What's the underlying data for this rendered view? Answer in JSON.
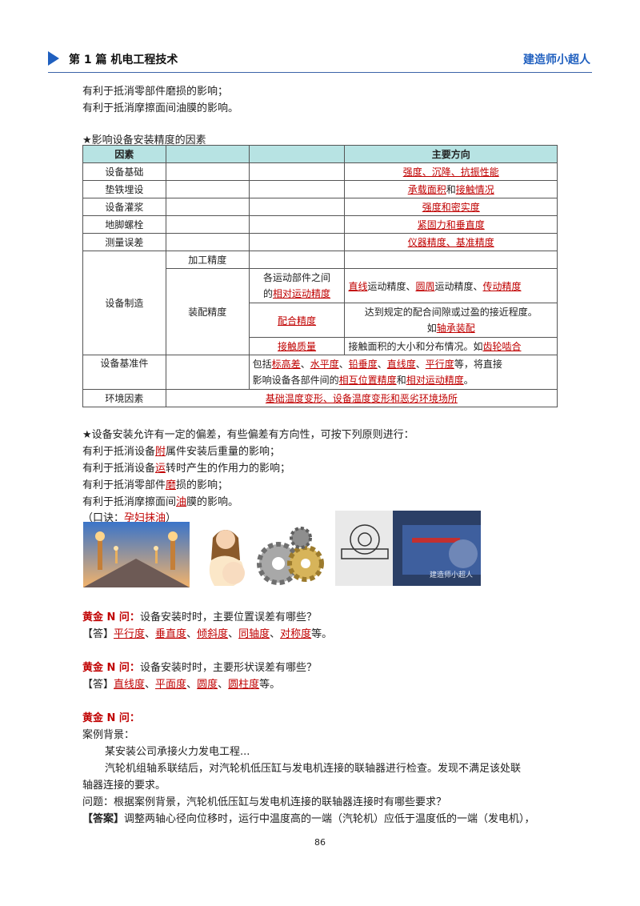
{
  "header": {
    "chapter": "第 1 篇  机电工程技术",
    "brand": "建造师小超人"
  },
  "top_lines": [
    "有利于抵消零部件磨损的影响；",
    "有利于抵消摩擦面间油膜的影响。"
  ],
  "table_title": "★影响设备安装精度的因素",
  "table": {
    "head_factor": "因素",
    "head_direction": "主要方向",
    "rows": {
      "foundation": {
        "factor": "设备基础",
        "direction": "强度、沉降、抗振性能"
      },
      "shim": {
        "factor": "垫铁埋设",
        "direction_a": "承载面积",
        "direction_mid": "和",
        "direction_b": "接触情况"
      },
      "grout": {
        "factor": "设备灌浆",
        "direction": "强度和密实度"
      },
      "bolt": {
        "factor": "地脚螺栓",
        "direction": "紧固力和垂直度"
      },
      "measure": {
        "factor": "测量误差",
        "direction": "仪器精度、基准精度"
      },
      "manufacture": {
        "factor": "设备制造",
        "machining": "加工精度",
        "assembly": "装配精度",
        "motion_label_1": "各运动部件之间",
        "motion_label_2a": "的",
        "motion_label_2b": "相对运动精度",
        "motion_a": "直线",
        "motion_b": "运动精度、",
        "motion_c": "圆周",
        "motion_d": "运动精度、",
        "motion_e": "传动精度",
        "fit_label": "配合精度",
        "fit_desc_1": "达到规定的配合间隙或过盈的接近程度。",
        "fit_desc_2a": "如",
        "fit_desc_2b": "轴承装配",
        "contact_label": "接触质量",
        "contact_desc_a": "接触面积的大小和分布情况。如",
        "contact_desc_b": "齿轮啮合"
      },
      "datum": {
        "factor": "设备基准件",
        "l1_a": "包括",
        "l1_b": "标高差",
        "l1_c": "、",
        "l1_d": "水平度",
        "l1_e": "、",
        "l1_f": "铅垂度",
        "l1_g": "、",
        "l1_h": "直线度",
        "l1_i": "、",
        "l1_j": "平行度",
        "l1_k": "等，将直接",
        "l2_a": "影响设备各部件间的",
        "l2_b": "相互位置精度",
        "l2_c": "和",
        "l2_d": "相对运动精度",
        "l2_e": "。"
      },
      "env": {
        "factor": "环境因素",
        "direction": "基础温度变形、设备温度变形和恶劣环境场所"
      }
    }
  },
  "principle": {
    "title": "★设备安装允许有一定的偏差，有些偏差有方向性，可按下列原则进行：",
    "l1": [
      "有利于抵消设备",
      "附",
      "属件安装后重量的影响；"
    ],
    "l2": [
      "有利于抵消设备",
      "运",
      "转时产生的作用力的影响；"
    ],
    "l3": [
      "有利于抵消零部件",
      "磨",
      "损的影响；"
    ],
    "l4": [
      "有利于抵消摩擦面间",
      "油",
      "膜的影响。"
    ],
    "mnemonic_a": "（口诀：",
    "mnemonic_b": "孕妇抹油",
    "mnemonic_c": "）"
  },
  "photo_watermark": "建造师小超人",
  "qa1": {
    "tag": "黄金 N 问：",
    "question": "设备安装时时，主要位置误差有哪些？",
    "ans_prefix": "【答】",
    "a1": "平行度",
    "s1": "、",
    "a2": "垂直度",
    "s2": "、",
    "a3": "倾斜度",
    "s3": "、",
    "a4": "同轴度",
    "s4": "、",
    "a5": "对称度",
    "end": "等。"
  },
  "qa2": {
    "tag": "黄金 N 问：",
    "question": "设备安装时时，主要形状误差有哪些？",
    "ans_prefix": "【答】",
    "a1": "直线度",
    "s1": "、",
    "a2": "平面度",
    "s2": "、",
    "a3": "圆度",
    "s3": "、",
    "a4": "圆柱度",
    "end": "等。"
  },
  "qa3": {
    "tag": "黄金 N 问：",
    "bg_label": "案例背景：",
    "bg_1": "某安装公司承接火力发电工程...",
    "bg_2": "汽轮机组轴系联结后，对汽轮机低压缸与发电机连接的联轴器进行检查。发现不满足该处联",
    "bg_3": "轴器连接的要求。",
    "question": "问题：根据案例背景，汽轮机低压缸与发电机连接的联轴器连接时有哪些要求？",
    "ans_prefix": "【答案】",
    "answer": "调整两轴心径向位移时，运行中温度高的一端（汽轮机）应低于温度低的一端（发电机），"
  },
  "page_number": "86"
}
